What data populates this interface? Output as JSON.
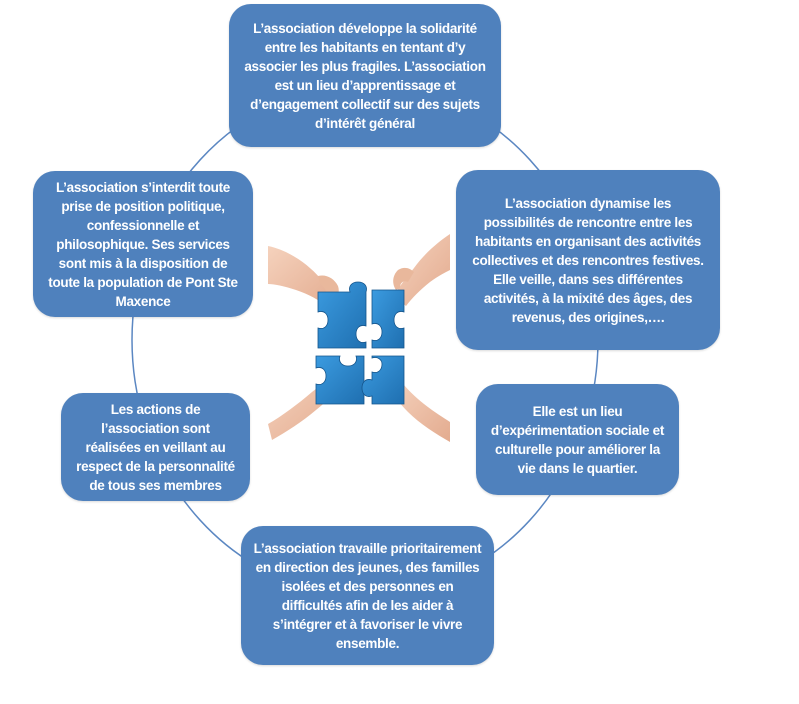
{
  "boxes": {
    "top": "L’association développe la solidarité entre les habitants en tentant d’y associer les plus fragiles. L’association est un lieu d’apprentissage et d’engagement collectif sur des sujets d’intérêt général",
    "right_upper": "L’association dynamise les possibilités de rencontre entre les habitants en organisant des activités collectives et des rencontres festives. Elle veille, dans ses différentes activités, à la mixité des âges, des revenus, des origines,….",
    "right_lower": "Elle est un lieu d’expérimentation sociale et culturelle pour améliorer la vie dans le quartier.",
    "bottom": "L’association travaille prioritairement en direction des jeunes, des familles isolées et des personnes en difficultés afin de les aider à s’intégrer et à favoriser le vivre ensemble.",
    "left_lower": "Les actions de l’association sont réalisées en veillant au respect de la personnalité de tous ses membres",
    "left_upper": "L’association s’interdit toute prise de position politique, confessionnelle et philosophique. Ses services sont mis à la disposition de toute la population de Pont Ste Maxence"
  },
  "colors": {
    "box_fill": "#4f81bd",
    "ring_stroke": "#5b87c2",
    "puzzle_piece": "#2f86c8",
    "text": "#ffffff"
  },
  "center_image": {
    "icon": "puzzle-hands-icon"
  }
}
